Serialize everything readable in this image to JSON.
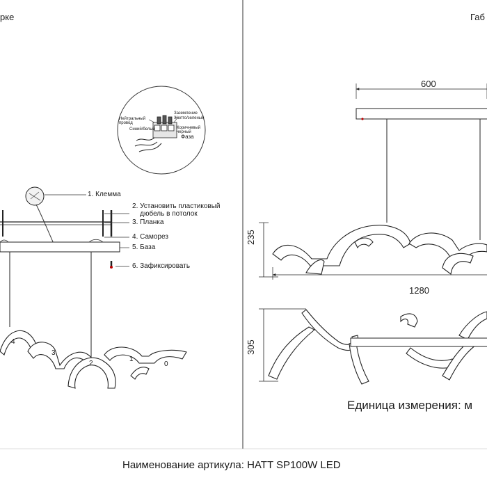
{
  "header": {
    "left_title": "рке",
    "right_title": "Габ"
  },
  "connection_inset": {
    "labels": {
      "neutral": "Нейтральный провод",
      "neutral_sub": "Синий/белый",
      "ground": "Заземление",
      "ground_sub": "Желто/зеленый",
      "phase_sub": "Коричневый черный",
      "phase": "Фаза"
    }
  },
  "install_steps": [
    {
      "number": "1",
      "text": "Клемма"
    },
    {
      "number": "2",
      "text": "Установить пластиковый дюбель в потолок"
    },
    {
      "number": "3",
      "text": "Планка"
    },
    {
      "number": "4",
      "text": "Саморез"
    },
    {
      "number": "5",
      "text": "База"
    },
    {
      "number": "6",
      "text": "Зафиксировать"
    }
  ],
  "arc_numbers": [
    "4",
    "3",
    "2",
    "1",
    "0"
  ],
  "dimensions": {
    "width_top": "600",
    "height_side": "235",
    "length": "1280",
    "depth": "305"
  },
  "units_note": "Единица измерения: м",
  "article_name": "Наименование артикула: HATT SP100W LED"
}
